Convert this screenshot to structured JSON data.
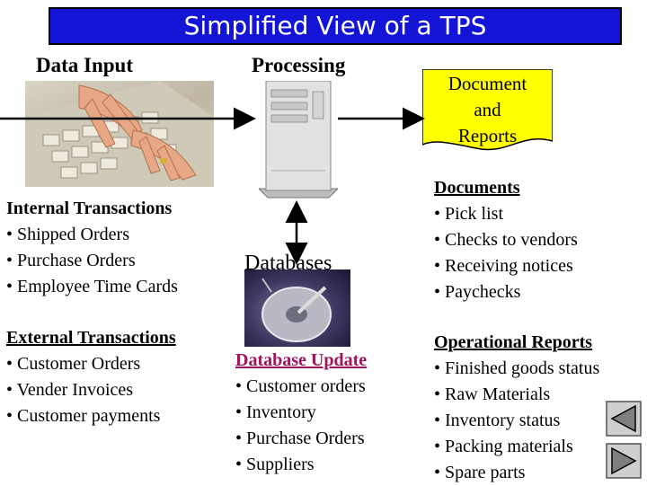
{
  "title": "Simplified View of a TPS",
  "headings": {
    "data_input": "Data Input",
    "processing": "Processing"
  },
  "document_box": {
    "line1": "Document",
    "line2": "and",
    "line3": "Reports"
  },
  "databases_label": "Databases",
  "internal_transactions": {
    "header": "Internal Transactions",
    "items": [
      "• Shipped Orders",
      "• Purchase Orders",
      "• Employee Time Cards"
    ]
  },
  "external_transactions": {
    "header": "External Transactions",
    "items": [
      "• Customer Orders",
      "• Vender Invoices",
      "• Customer payments"
    ]
  },
  "database_update": {
    "header": "Database Update",
    "items": [
      "• Customer orders",
      "• Inventory",
      "• Purchase Orders",
      "• Suppliers"
    ]
  },
  "documents": {
    "header": "Documents",
    "items": [
      "• Pick list",
      "• Checks to vendors",
      "• Receiving notices",
      "• Paychecks"
    ]
  },
  "operational_reports": {
    "header": "Operational Reports",
    "items": [
      "• Finished goods status",
      "• Raw Materials",
      "• Inventory status",
      "• Packing materials",
      "• Spare parts"
    ]
  },
  "colors": {
    "banner": "#1414d6",
    "document_fill": "#ffff00",
    "database_update_header": "#a0145a",
    "nav_button": "#cfcfcf"
  },
  "icons": {
    "prev": "triangle-left-icon",
    "next": "triangle-right-icon"
  }
}
